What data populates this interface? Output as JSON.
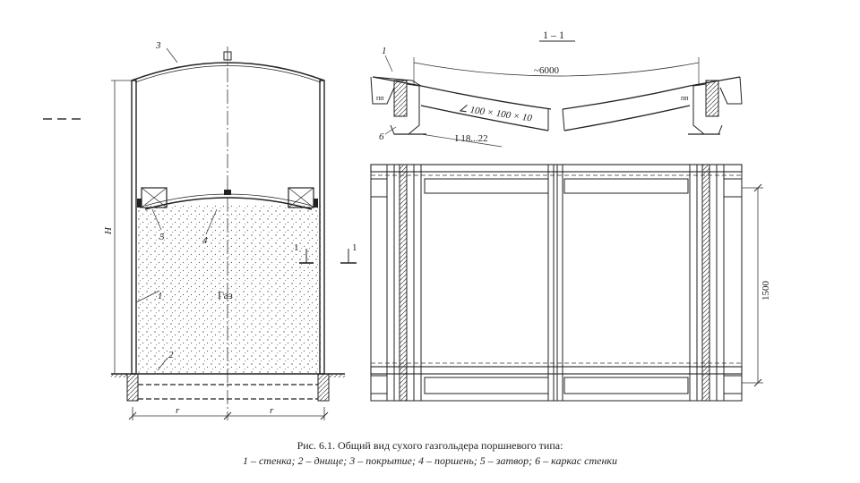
{
  "figure": {
    "caption_line1": "Рис. 6.1. Общий вид сухого газгольдера поршневого типа:",
    "caption_line2": "1 – стенка; 2 – днище; 3 – покрытие; 4 – поршень; 5 – затвор; 6 – каркас стенки"
  },
  "left_view": {
    "label_roof": "3",
    "label_piston": "4",
    "label_seal": "5",
    "label_wall": "1",
    "label_bottom": "2",
    "label_height": "H",
    "label_gas": "Газ",
    "label_radius_left": "r",
    "label_radius_right": "r",
    "section_mark_a": "1",
    "section_mark_b": "1"
  },
  "section_view": {
    "title": "1 – 1",
    "label_wall": "1",
    "label_frame": "6",
    "span": "~6000",
    "angle_profile": "∠ 100 × 100 × 10",
    "beam_profile": "I 18...22",
    "label_pn_left": "пп",
    "label_pn_right": "пп"
  },
  "elevation_view": {
    "height_dim": "1500"
  }
}
